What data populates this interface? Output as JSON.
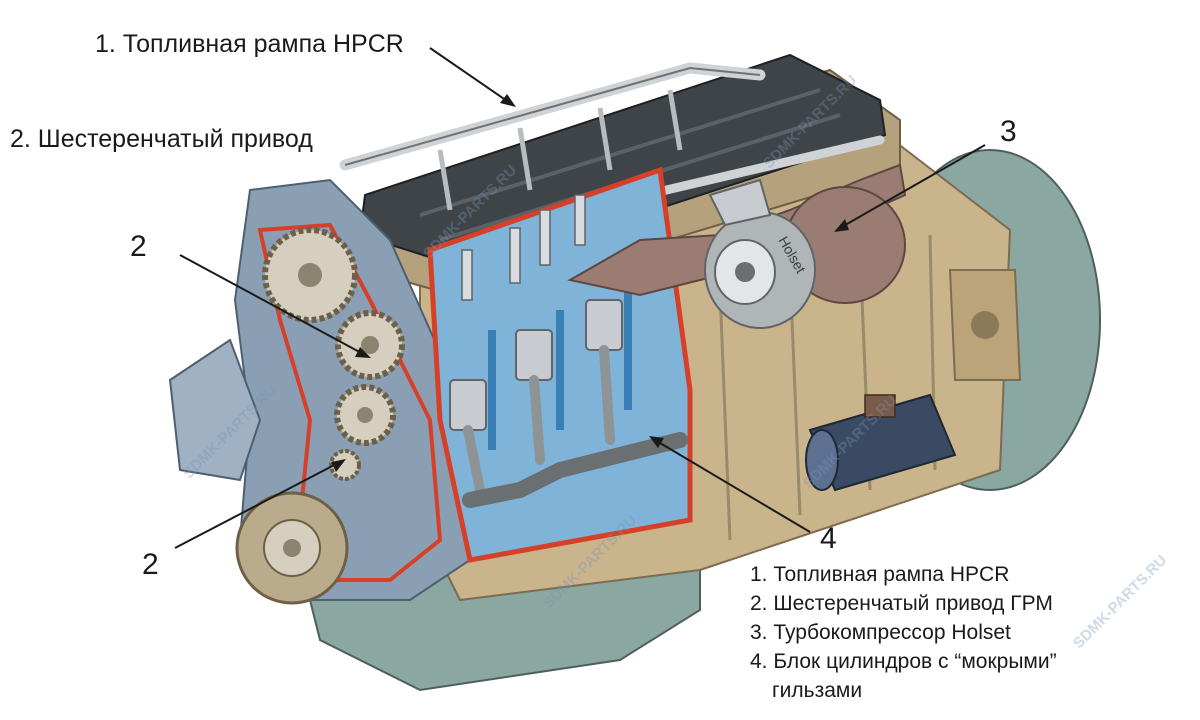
{
  "labels": {
    "top_1": "1. Топливная рампа HPCR",
    "top_2": "2. Шестеренчатый привод",
    "n3": "3",
    "n2_upper": "2",
    "n2_lower": "2",
    "n4": "4"
  },
  "legend": [
    "1. Топливная рампа HPCR",
    "2. Шестеренчатый привод ГРМ",
    "3. Турбокомпрессор Holset",
    "4. Блок цилиндров с “мокрыми”",
    "гильзами"
  ],
  "watermark": "SDMK-PARTS.RU",
  "turbo_brand": "Holset",
  "colors": {
    "block": "#c9b48c",
    "block_dark": "#9b8a68",
    "head_cover": "#3f4448",
    "gear_housing": "#8a9fb3",
    "oil_pan": "#8aa7a2",
    "cutaway_red": "#d64028",
    "coolant_blue": "#7fb3d8",
    "piston": "#c8ccd0",
    "rail": "#cfd3d6",
    "exhaust": "#9b7c72",
    "turbo": "#b0b5b8"
  }
}
